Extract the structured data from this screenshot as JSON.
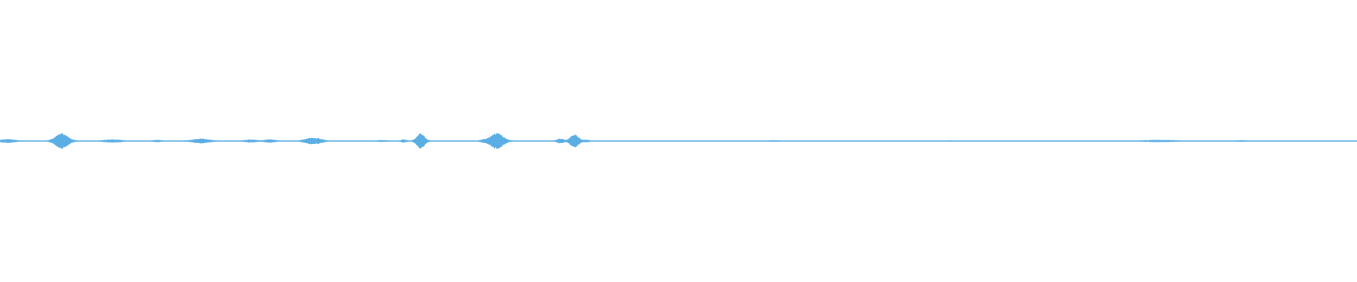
{
  "waveform": {
    "color": "#5aaee3",
    "baseline_color": "#5aaee3",
    "peaks": [
      {
        "t": 0.0055,
        "amp": 0.12,
        "spread": 0.005
      },
      {
        "t": 0.0455,
        "amp": 0.48,
        "spread": 0.0045
      },
      {
        "t": 0.083,
        "amp": 0.1,
        "spread": 0.0055
      },
      {
        "t": 0.116,
        "amp": 0.06,
        "spread": 0.003
      },
      {
        "t": 0.148,
        "amp": 0.14,
        "spread": 0.006
      },
      {
        "t": 0.185,
        "amp": 0.09,
        "spread": 0.004
      },
      {
        "t": 0.199,
        "amp": 0.1,
        "spread": 0.0035
      },
      {
        "t": 0.229,
        "amp": 0.18,
        "spread": 0.0045
      },
      {
        "t": 0.236,
        "amp": 0.1,
        "spread": 0.003
      },
      {
        "t": 0.282,
        "amp": 0.04,
        "spread": 0.004
      },
      {
        "t": 0.2975,
        "amp": 0.09,
        "spread": 0.002
      },
      {
        "t": 0.31,
        "amp": 0.5,
        "spread": 0.0028
      },
      {
        "t": 0.356,
        "amp": 0.08,
        "spread": 0.002
      },
      {
        "t": 0.366,
        "amp": 0.52,
        "spread": 0.0045
      },
      {
        "t": 0.413,
        "amp": 0.15,
        "spread": 0.0025
      },
      {
        "t": 0.4235,
        "amp": 0.45,
        "spread": 0.0028
      },
      {
        "t": 0.4325,
        "amp": 0.07,
        "spread": 0.002
      },
      {
        "t": 0.57,
        "amp": 0.03,
        "spread": 0.004
      },
      {
        "t": 0.7,
        "amp": 0.02,
        "spread": 0.003
      },
      {
        "t": 0.855,
        "amp": 0.06,
        "spread": 0.01
      },
      {
        "t": 0.915,
        "amp": 0.03,
        "spread": 0.004
      }
    ]
  }
}
